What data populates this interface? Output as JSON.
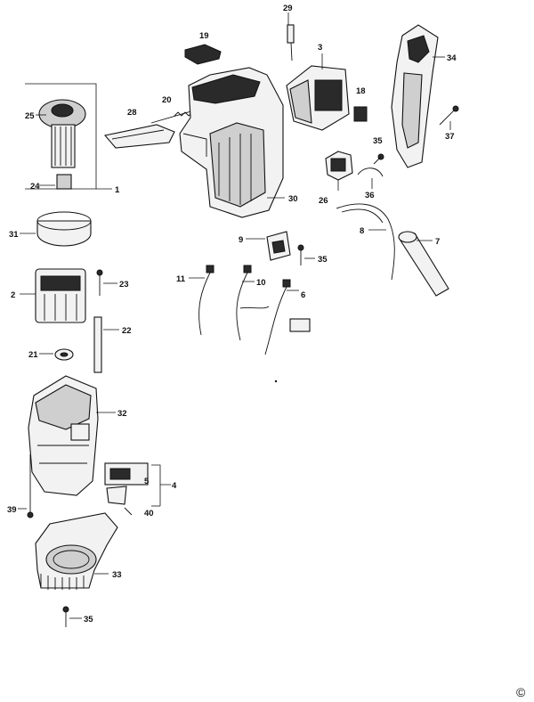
{
  "labels": {
    "p29": "29",
    "p19": "19",
    "p3": "3",
    "p34": "34",
    "p20": "20",
    "p18": "18",
    "p28a": "28",
    "p25": "25",
    "p37": "37",
    "p35a": "35",
    "p24": "24",
    "p1": "1",
    "p26": "26",
    "p36": "36",
    "p30": "30",
    "p31": "31",
    "p8": "8",
    "p7": "7",
    "p9": "9",
    "p35b": "35",
    "p11": "11",
    "p10": "10",
    "p23": "23",
    "p6": "6",
    "p2": "2",
    "p22": "22",
    "p21": "21",
    "p32": "32",
    "p5": "5",
    "p4": "4",
    "p39": "39",
    "p40": "40",
    "p33": "33",
    "p35c": "35"
  },
  "copyright": "©"
}
